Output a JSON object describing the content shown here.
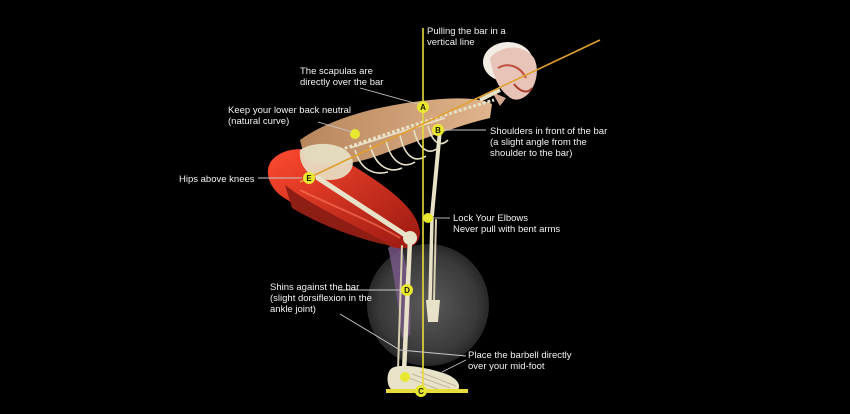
{
  "colors": {
    "background": "#000000",
    "vertical_line": "#e8dc3c",
    "back_angle_line": "#e0a030",
    "marker": "#e8e830",
    "muscle": "#c8281c",
    "bone": "#e8e2c8",
    "label_text": "#f2f2f2",
    "leader": "#c8c8c8"
  },
  "labels": {
    "pull_line": [
      "Pulling the bar in a",
      "vertical line"
    ],
    "scapulas": [
      "The scapulas are",
      "directly over the bar"
    ],
    "lower_back": [
      "Keep your lower back neutral",
      "(natural curve)"
    ],
    "shoulders": [
      "Shoulders in front of the bar",
      "(a slight angle from the",
      "shoulder to the bar)"
    ],
    "hips": [
      "Hips above knees"
    ],
    "elbows": [
      "Lock Your Elbows",
      "Never pull with bent arms"
    ],
    "shins": [
      "Shins against the bar",
      "(slight dorsiflexion in the",
      "ankle joint)"
    ],
    "barbell": [
      "Place the barbell directly",
      "over your mid-foot"
    ]
  },
  "markers": {
    "a": "A",
    "b": "B",
    "c": "C",
    "d": "D",
    "e": "E"
  }
}
